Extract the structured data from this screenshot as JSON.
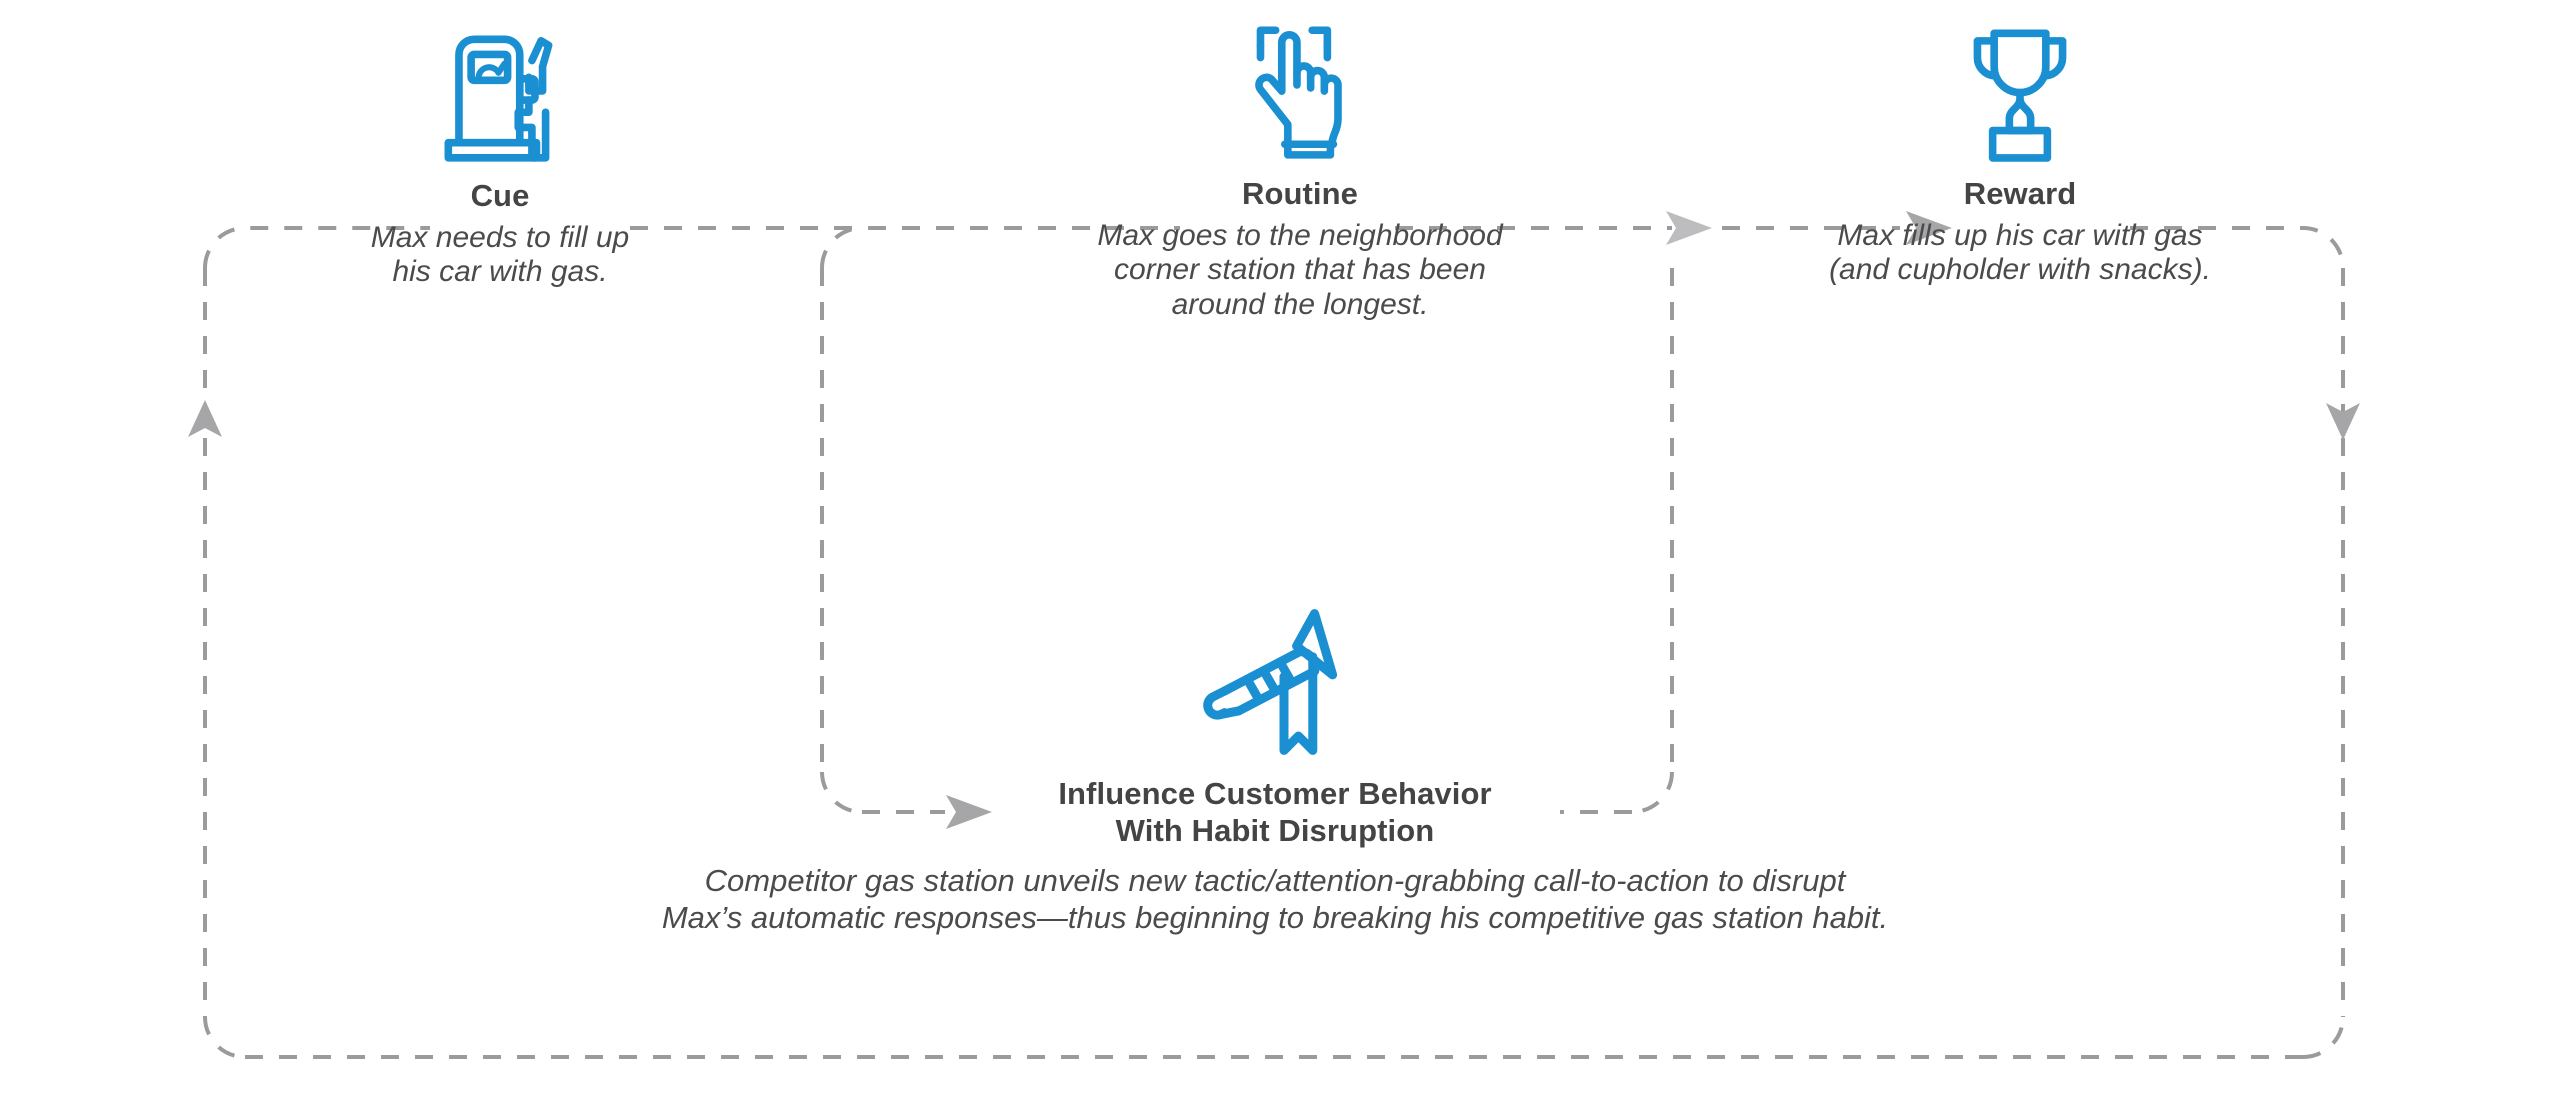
{
  "diagram": {
    "title_color": "#444444",
    "accent_color": "#1a8fd1",
    "line_color": "#9b9b9e"
  },
  "nodes": {
    "cue": {
      "icon": "gas-pump-icon",
      "title": "Cue",
      "desc_line1": "Max needs to fill up",
      "desc_line2": "his car with gas."
    },
    "routine": {
      "icon": "tap-hand-icon",
      "title": "Routine",
      "desc_line1": "Max goes to the neighborhood",
      "desc_line2": "corner station that has been",
      "desc_line3": "around the longest."
    },
    "reward": {
      "icon": "trophy-icon",
      "title": "Reward",
      "desc_line1": "Max fills up his car with gas",
      "desc_line2": "(and cupholder with snacks)."
    },
    "influence": {
      "icon": "bugle-banner-icon",
      "title_line1": "Influence Customer Behavior",
      "title_line2": "With Habit Disruption",
      "desc_line1": "Competitor gas station unveils new tactic/attention-grabbing call-to-action to disrupt",
      "desc_line2": "Max’s automatic responses—thus beginning to breaking his competitive gas station habit."
    }
  }
}
